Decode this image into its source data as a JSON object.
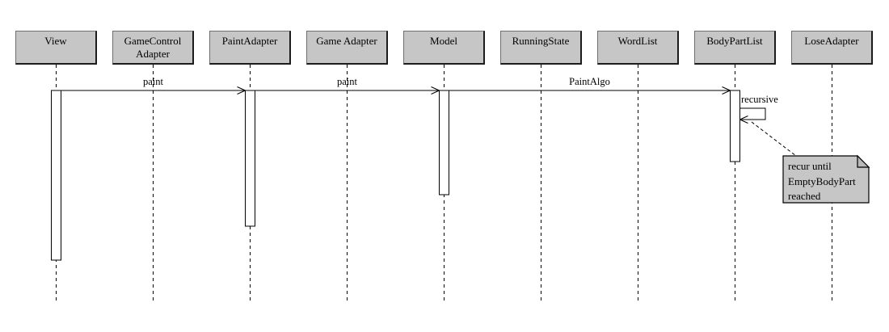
{
  "diagram": {
    "type": "uml-sequence-diagram",
    "participants": [
      {
        "label": "View"
      },
      {
        "label": "GameControl Adapter"
      },
      {
        "label": "PaintAdapter"
      },
      {
        "label": "Game Adapter"
      },
      {
        "label": "Model"
      },
      {
        "label": "RunningState"
      },
      {
        "label": "WordList"
      },
      {
        "label": "BodyPartList"
      },
      {
        "label": "LoseAdapter"
      }
    ],
    "messages": [
      {
        "label": "paint",
        "from": "View",
        "to": "PaintAdapter"
      },
      {
        "label": "paint",
        "from": "PaintAdapter",
        "to": "Model"
      },
      {
        "label": "PaintAlgo",
        "from": "Model",
        "to": "BodyPartList"
      },
      {
        "label": "recursive",
        "from": "BodyPartList",
        "to": "BodyPartList",
        "kind": "self-call"
      }
    ],
    "note": {
      "text": "recur until EmptyBodyPart reached",
      "lines": [
        "recur until",
        "EmptyBodyPart",
        "reached"
      ],
      "attached_to": "BodyPartList"
    },
    "colors": {
      "participant_fill": "#c6c6c6",
      "note_fill": "#c6c6c6",
      "activation_fill": "#ffffff",
      "line": "#000000",
      "background": "#ffffff",
      "text": "#000000"
    }
  }
}
